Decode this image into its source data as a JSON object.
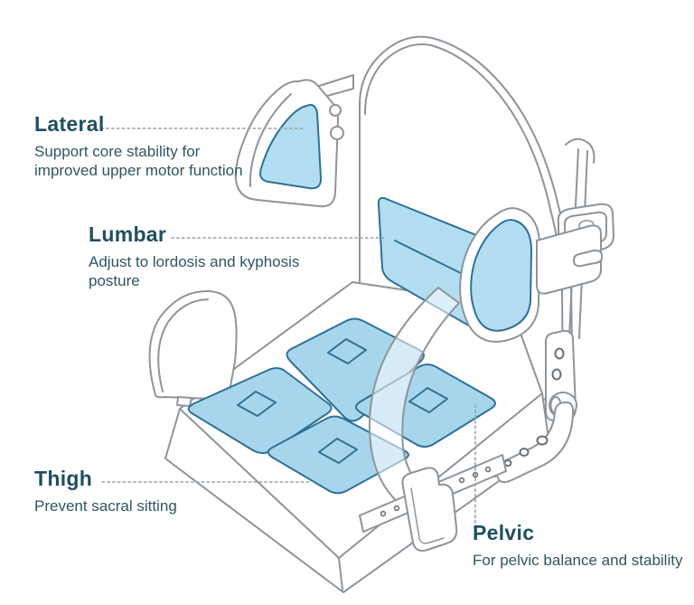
{
  "diagram": {
    "type": "annotated-illustration",
    "labels": {
      "lateral": {
        "heading": "Lateral",
        "desc_line1": "Support core stability for",
        "desc_line2": "improved upper motor function"
      },
      "lumbar": {
        "heading": "Lumbar",
        "desc_line1": "Adjust to lordosis and kyphosis",
        "desc_line2": "posture"
      },
      "thigh": {
        "heading": "Thigh",
        "desc_line1": "Prevent sacral sitting"
      },
      "pelvic": {
        "heading": "Pelvic",
        "desc_line1": "For pelvic balance and stability"
      }
    },
    "colors": {
      "highlight_fill": "#a7d6ec",
      "highlight_fill_light": "#b3def1",
      "highlight_stroke": "#2f7096",
      "outline": "#8d949a",
      "heading_text": "#1e4f5e",
      "body_text": "#2f5561",
      "leader_dotted": "#9aa1a7",
      "hole_stroke": "#6a7076",
      "background": "#ffffff"
    }
  }
}
